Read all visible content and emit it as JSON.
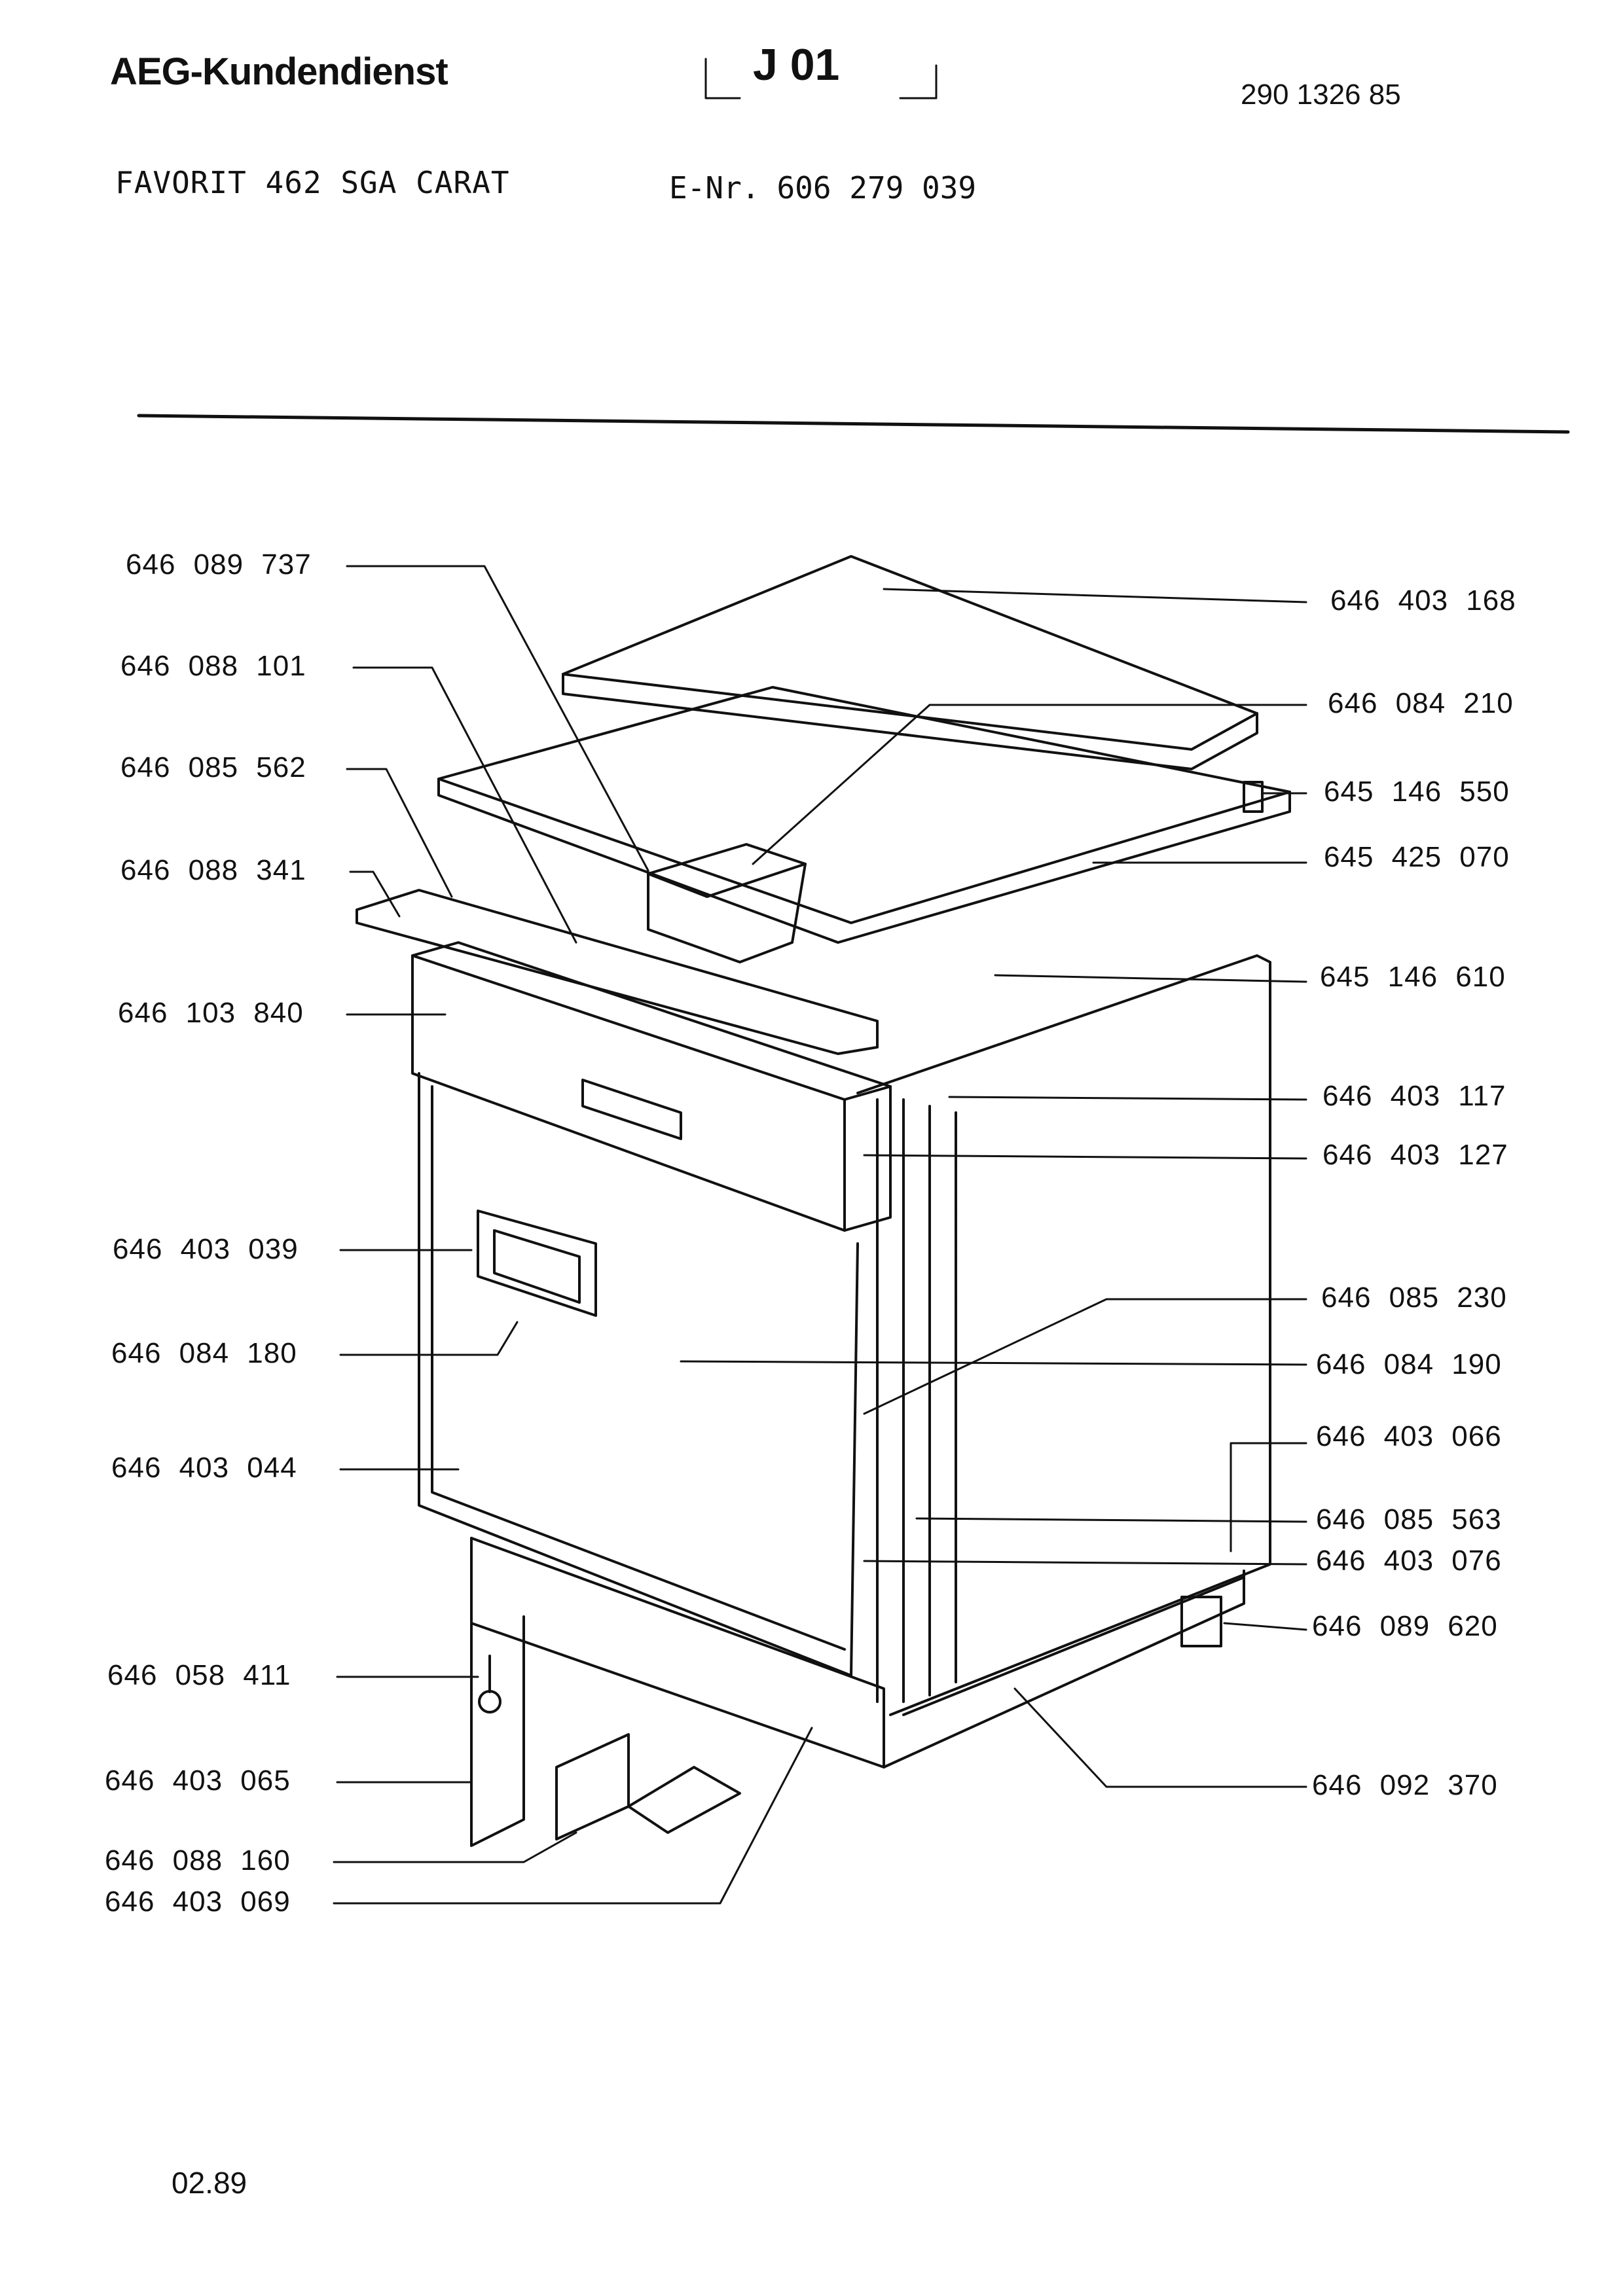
{
  "header": {
    "brand": "AEG-Kundendienst",
    "sheet_code": "J 01",
    "document_number": "290 1326 85"
  },
  "model": {
    "name": "FAVORIT 462 SGA CARAT",
    "enr_label": "E-Nr.",
    "enr_value": "606 279 039"
  },
  "footer": {
    "date": "02.89"
  },
  "parts_left": [
    "646 089 737",
    "646 088 101",
    "646 085 562",
    "646 088 341",
    "646 103 840",
    "646 403 039",
    "646 084 180",
    "646 403 044",
    "646 058 411",
    "646 403 065",
    "646 088 160",
    "646 403 069"
  ],
  "parts_right": [
    "646 403 168",
    "646 084 210",
    "645 146 550",
    "645 425 070",
    "645 146 610",
    "646 403 117",
    "646 403 127",
    "646 085 230",
    "646 084 190",
    "646 403 066",
    "646 085 563",
    "646 403 076",
    "646 089 620",
    "646 092 370"
  ]
}
